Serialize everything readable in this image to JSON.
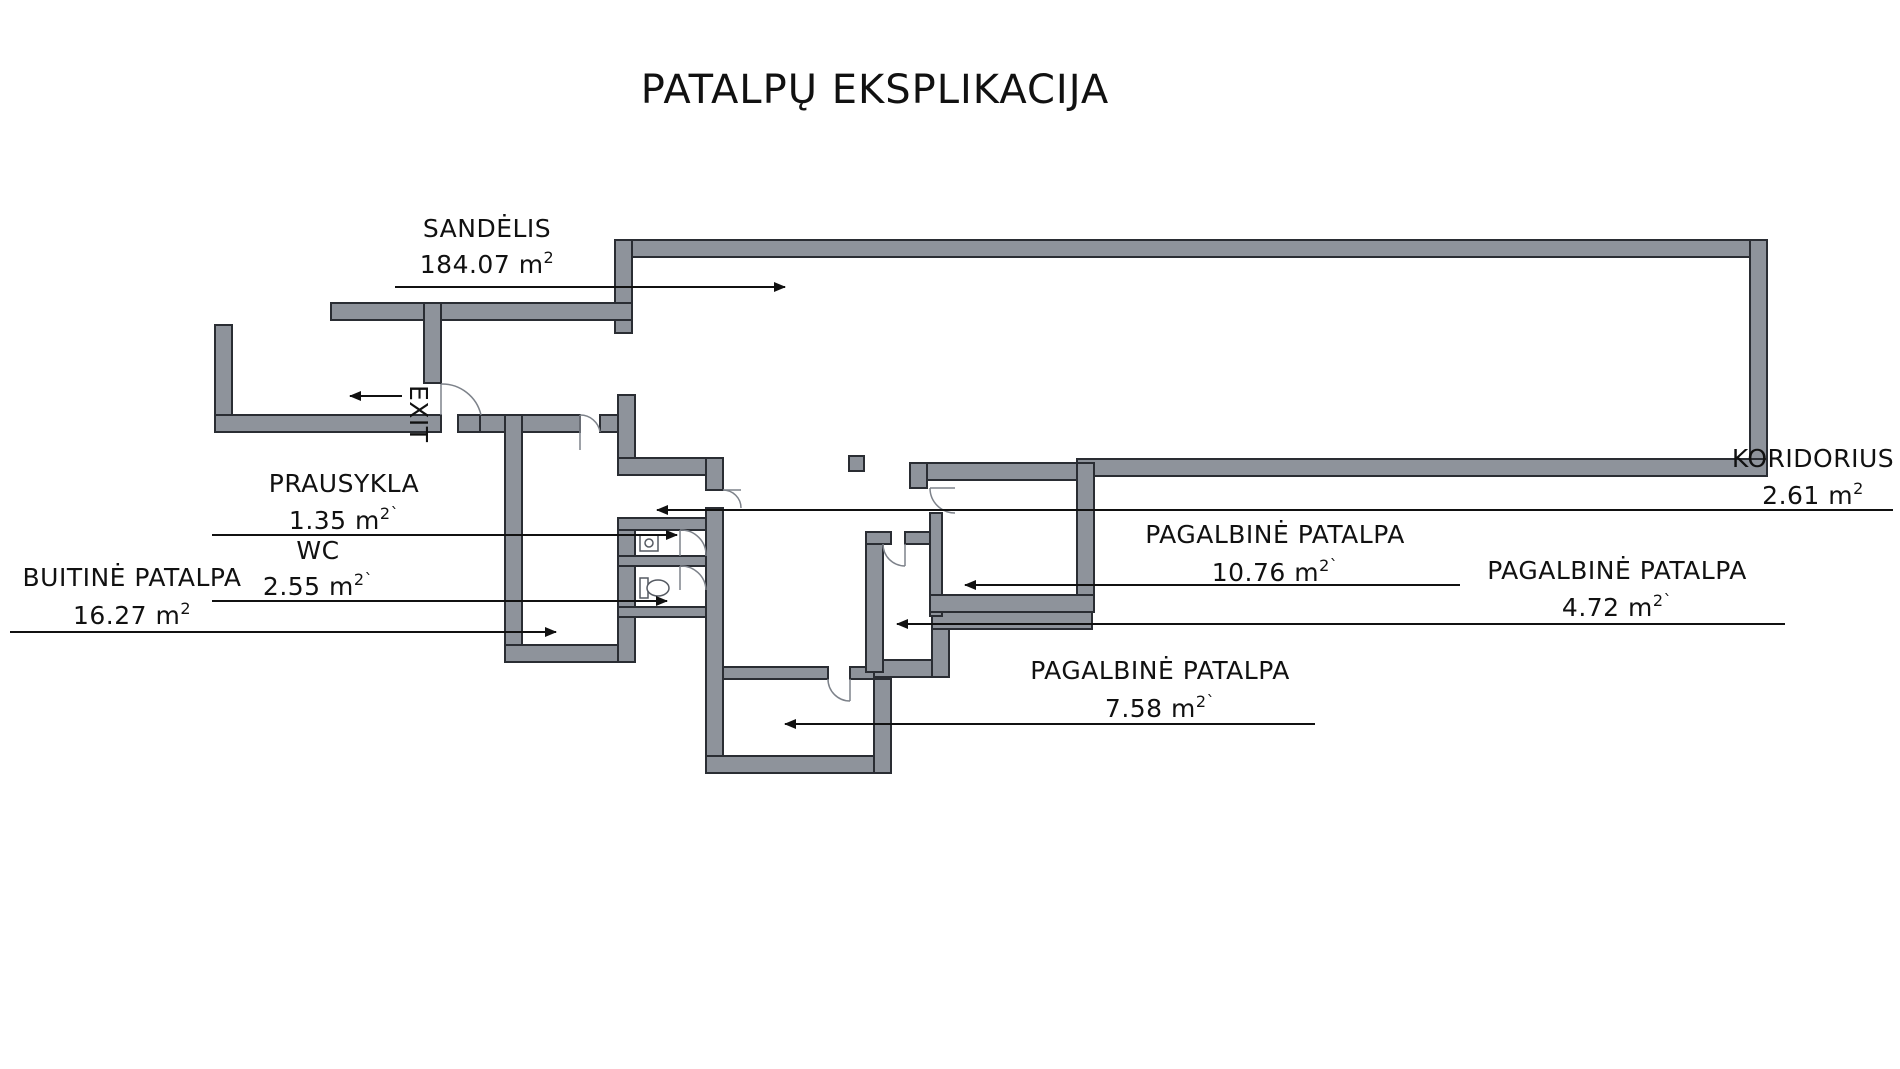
{
  "title": "PATALPŲ EKSPLIKACIJA",
  "exit_label": "EXIT",
  "rooms": [
    {
      "name": "SANDĖLIS",
      "area": "184.07 m",
      "sup": "2"
    },
    {
      "name": "PRAUSYKLA",
      "area": "1.35 m",
      "sup": "2`"
    },
    {
      "name": "WC",
      "area": "2.55 m",
      "sup": "2`"
    },
    {
      "name": "BUITINĖ PATALPA",
      "area": "16.27 m",
      "sup": "2"
    },
    {
      "name": "KORIDORIUS",
      "area": "2.61 m",
      "sup": "2"
    },
    {
      "name": "PAGALBINĖ PATALPA",
      "area": "10.76 m",
      "sup": "2`"
    },
    {
      "name": "PAGALBINĖ PATALPA",
      "area": "4.72 m",
      "sup": "2`"
    },
    {
      "name": "PAGALBINĖ PATALPA",
      "area": "7.58 m",
      "sup": "2`"
    }
  ],
  "colors": {
    "wall": "#8e939b",
    "wall_outline": "#2a2d33",
    "text": "#111111",
    "background": "#ffffff"
  }
}
